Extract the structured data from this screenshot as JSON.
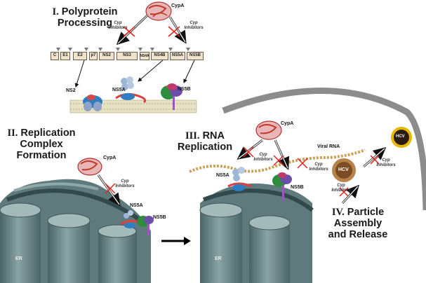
{
  "sections": {
    "polyprotein": {
      "roman": "I.",
      "line1": "Polyprotein",
      "line2": "Processing"
    },
    "replication_complex": {
      "roman": "II.",
      "line1": "Replication",
      "line2": "Complex Formation"
    },
    "rna_replication": {
      "roman": "III.",
      "line1": "RNA",
      "line2": "Replication"
    },
    "assembly": {
      "roman": "IV.",
      "line1": "Particle Assembly",
      "line2": "and Release"
    }
  },
  "genes": [
    "C",
    "E1",
    "E2",
    "p7",
    "NS2",
    "NS3",
    "NS4A",
    "NS4B",
    "NS5A",
    "NS5B"
  ],
  "labels": {
    "cypa": "CypA",
    "cyp_inhibitors_1": "Cyp",
    "cyp_inhibitors_2": "Inhibitors",
    "ns2": "NS2",
    "ns5a": "NS5A",
    "ns5b": "NS5B",
    "er": "ER",
    "viral_rna": "Viral RNA",
    "hcv": "HCV"
  },
  "colors": {
    "er_fill": "#6e8a8c",
    "er_dark": "#3f5659",
    "er_light": "#9fb5b5",
    "cypa_red": "#c0392b",
    "inhibit_x": "#e0201c",
    "gene_fill": "#efe3cc",
    "membrane": "#c9c29b",
    "arc": "#8c8c8c",
    "hcv_gold": "#d4a86a"
  }
}
